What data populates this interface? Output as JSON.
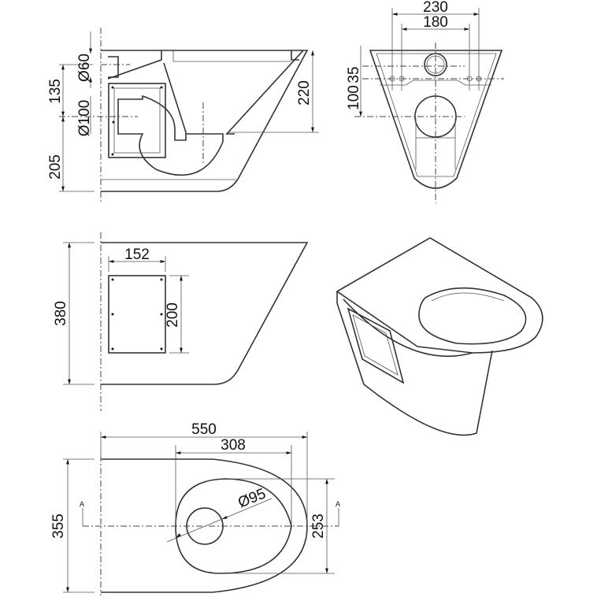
{
  "side_view": {
    "dim_60": "Ø60",
    "dim_135": "135",
    "dim_100": "Ø100",
    "dim_205": "205",
    "dim_220": "220"
  },
  "front_view": {
    "dim_230": "230",
    "dim_180": "180",
    "dim_100": "100",
    "dim_35": "35"
  },
  "back_view": {
    "dim_152": "152",
    "dim_200": "200",
    "dim_380": "380"
  },
  "plan_view": {
    "dim_550": "550",
    "dim_308": "308",
    "dim_95": "Ø95",
    "dim_355": "355",
    "dim_253": "253",
    "section_mark": "A"
  }
}
